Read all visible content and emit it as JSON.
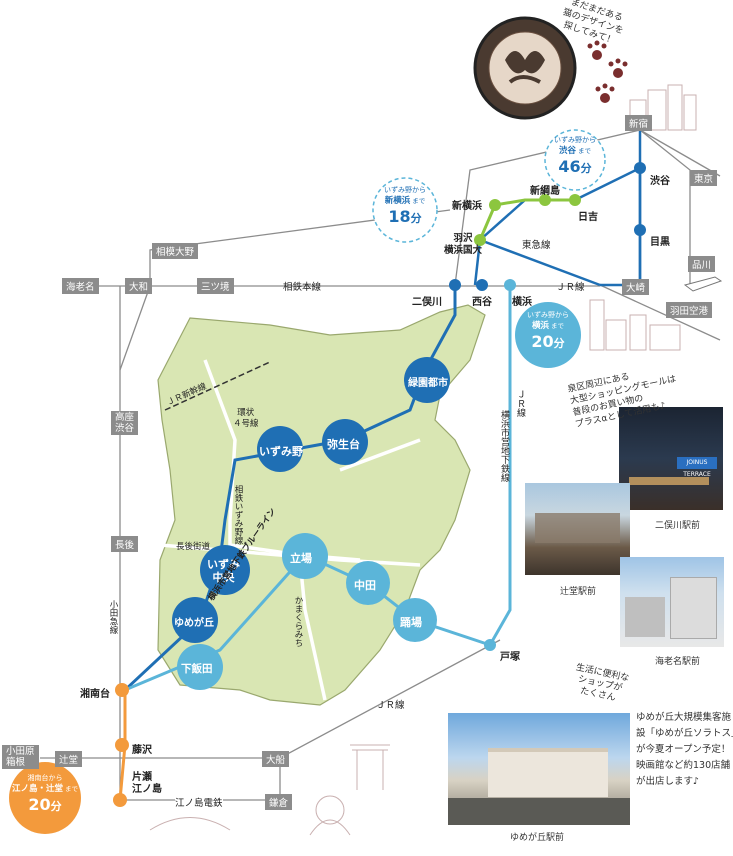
{
  "colors": {
    "area": "#d9e6b3",
    "area_stroke": "#9aa86e",
    "line_blue": "#1f6fb4",
    "line_light": "#5bb5d9",
    "line_green": "#8cc63f",
    "line_orange": "#f39a3c",
    "line_gray": "#8c8c8c",
    "road": "#ffffff",
    "label_box": "#8c8c8c"
  },
  "top_note": "まだまだある\n猫のデザインを\n探してみて！",
  "gray_boxes": {
    "shinjuku": "新宿",
    "tokyo": "東京",
    "shinagawa": "品川",
    "sagami_ono": "相模大野",
    "ebina": "海老名",
    "yamato": "大和",
    "mitsukyo": "三ツ境",
    "osaki": "大崎",
    "haneda": "羽田空港",
    "koza_shibuya": "高座\n渋谷",
    "chogo": "長後",
    "odawara_hakone": "小田原\n箱根",
    "tsujido": "辻堂",
    "ofuna": "大船",
    "kamakura": "鎌倉"
  },
  "stations": {
    "shibuya": "渋谷",
    "meguro": "目黒",
    "shin_tsunashima": "新綱島",
    "hiyoshi": "日吉",
    "shin_yokohama": "新横浜",
    "hazawa": "羽沢\n横浜国大",
    "futamatagawa": "二俣川",
    "nishiya": "西谷",
    "yokohama": "横浜",
    "shonandai": "湘南台",
    "fujisawa": "藤沢",
    "katase": "片瀬\n江ノ島",
    "totsuka": "戸塚"
  },
  "main_stations": {
    "ryokuen": "緑園都市",
    "yayoidai": "弥生台",
    "izumino": "いずみ野",
    "izumi_chuo": "いずみ\n中央",
    "yumegaoka": "ゆめが丘",
    "shimoiida": "下飯田",
    "tateba": "立場",
    "nakata": "中田",
    "odoriba": "踊場"
  },
  "line_labels": {
    "sotetsu_main": "相鉄本線",
    "jr_line_top": "ＪＲ線",
    "tokyu": "東急線",
    "jr_shinkansen": "ＪＲ新幹線",
    "kanpachi": "環状\n４号線",
    "sotetsu_izumino": "相鉄いずみ野線",
    "chogo_kaido": "長後街道",
    "blueline": "横浜市営地下鉄ブルーライン",
    "kamakura_michi": "かまくらみち",
    "odakyu": "小田急線",
    "jr_line_bottom": "ＪＲ線",
    "jr_vertical": "ＪＲ線",
    "subway_vertical": "横浜市営地下鉄線",
    "enoden": "江ノ島電鉄"
  },
  "bubbles": {
    "shibuya": {
      "from": "いずみ野から",
      "dest": "渋谷",
      "suffix": "まで",
      "minutes": "46",
      "unit": "分"
    },
    "shin_yokohama": {
      "from": "いずみ野から",
      "dest": "新横浜",
      "suffix": "まで",
      "minutes": "18",
      "unit": "分"
    },
    "yokohama": {
      "from": "いずみ野から",
      "dest": "横浜",
      "suffix": "まで",
      "minutes": "20",
      "unit": "分"
    },
    "enoshima": {
      "from": "湘南台から",
      "dest": "江ノ島・辻堂",
      "suffix": "まで",
      "minutes": "20",
      "unit": "分"
    }
  },
  "notes": {
    "shopping": "泉区周辺にある\n大型ショッピングモールは\n普段のお買い物の\nプラスαとして活用も♪",
    "convenient": "生活に便利な\nショップが\nたくさん",
    "yumegaoka_mall": "ゆめが丘大規模集客施\n設「ゆめが丘ソラトス」\nが今夏オープン予定！\n映画館など約130店舗\nが出店します♪"
  },
  "captions": {
    "futamatagawa_photo": "二俣川駅前",
    "tsujido_photo": "辻堂駅前",
    "ebina_photo": "海老名駅前",
    "yumegaoka_photo": "ゆめが丘駅前",
    "sign_text": "JOINUS TERRACE"
  }
}
